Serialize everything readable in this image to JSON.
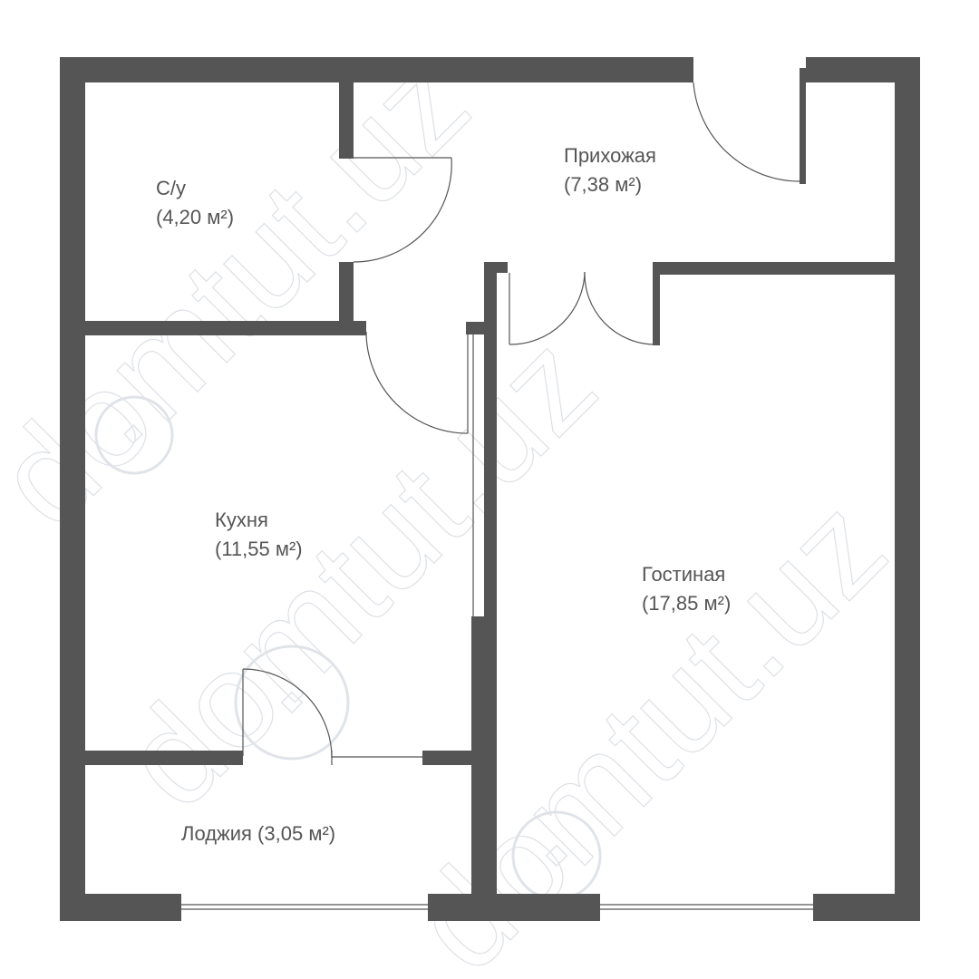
{
  "rooms": {
    "bathroom": {
      "name": "С/у",
      "area": "(4,20 м²)"
    },
    "hallway": {
      "name": "Прихожая",
      "area": "(7,38 м²)"
    },
    "kitchen": {
      "name": "Кухня",
      "area": "(11,55 м²)"
    },
    "living_room": {
      "name": "Гостиная",
      "area": "(17,85 м²)"
    },
    "loggia": {
      "label": "Лоджия (3,05 м²)"
    }
  },
  "watermark": {
    "text": "domtut.uz"
  },
  "colors": {
    "wall": "#555555",
    "line": "#555555",
    "text": "#555555",
    "watermark": "#d9dde2",
    "background": "#ffffff"
  }
}
